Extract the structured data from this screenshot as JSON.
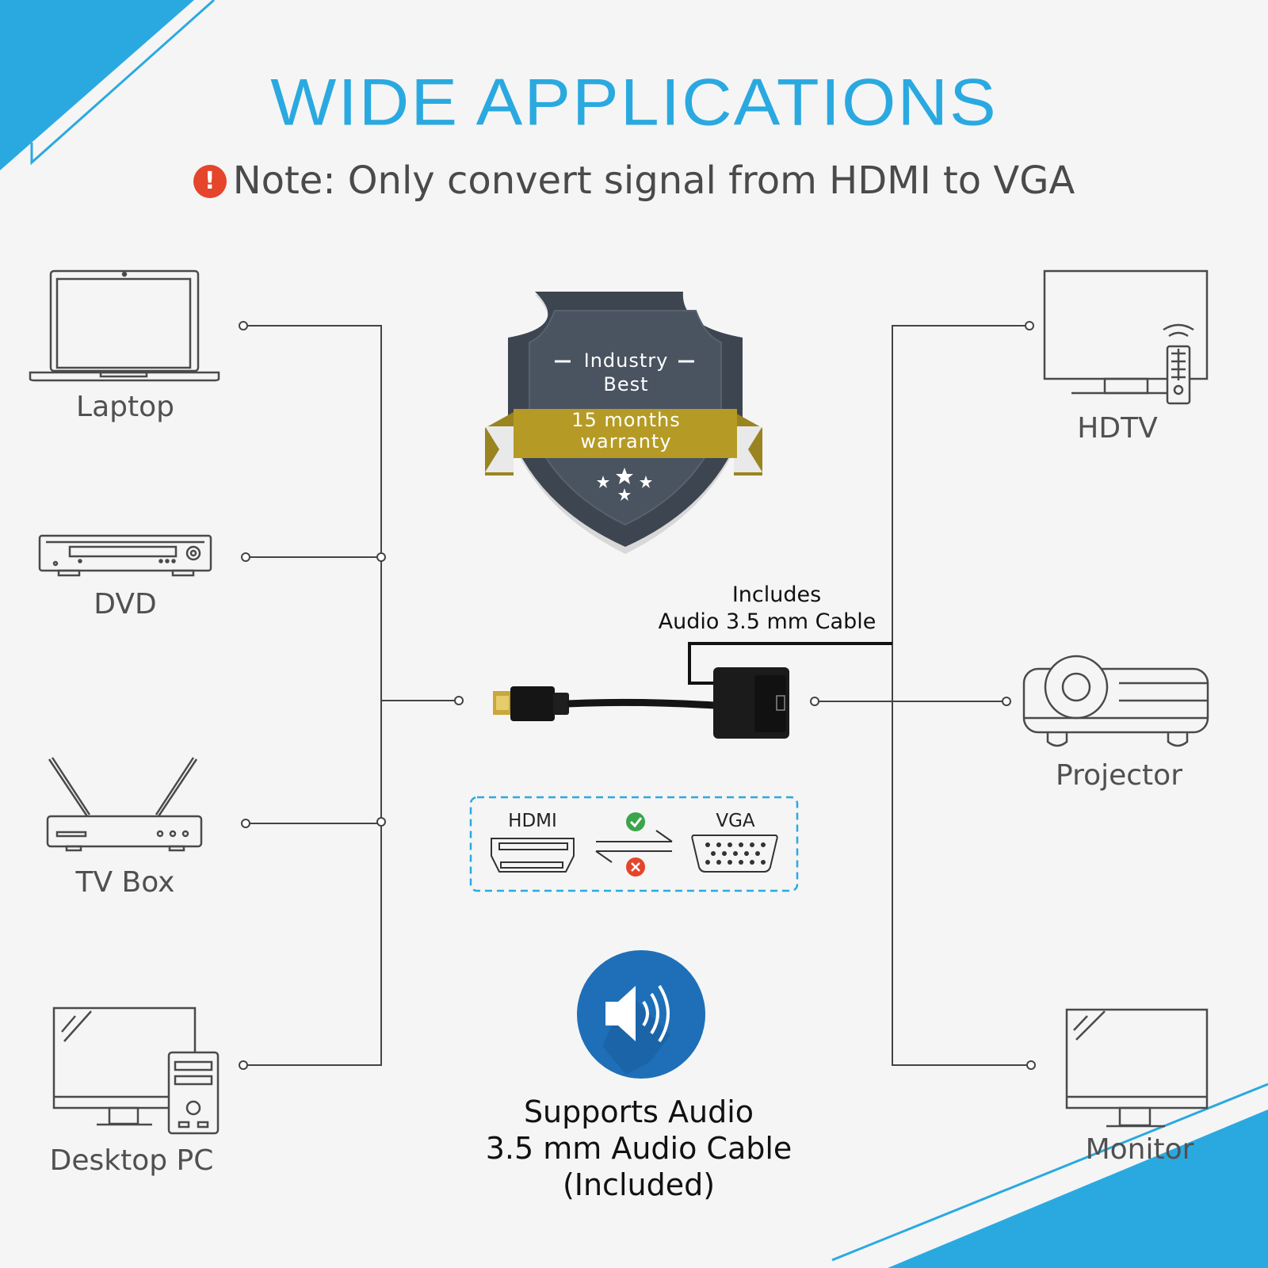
{
  "title": "WIDE APPLICATIONS",
  "note": {
    "icon": "exclamation-icon",
    "mark": "!",
    "text": "Note: Only convert signal from HDMI to VGA"
  },
  "devices_left": [
    {
      "label": "Laptop",
      "icon": "laptop-icon"
    },
    {
      "label": "DVD",
      "icon": "dvd-player-icon"
    },
    {
      "label": "TV Box",
      "icon": "tv-box-router-icon"
    },
    {
      "label": "Desktop PC",
      "icon": "desktop-pc-icon"
    }
  ],
  "devices_right": [
    {
      "label": "HDTV",
      "icon": "hdtv-icon"
    },
    {
      "label": "Projector",
      "icon": "projector-icon"
    },
    {
      "label": "Monitor",
      "icon": "monitor-icon"
    }
  ],
  "warranty_badge": {
    "line1": "Industry",
    "line2": "Best",
    "ribbon_line1": "15 months",
    "ribbon_line2": "warranty"
  },
  "cable_note": {
    "line1": "Includes",
    "line2": "Audio 3.5 mm Cable"
  },
  "signal_direction": {
    "from": "HDMI",
    "to": "VGA",
    "forward": "supported",
    "reverse": "not supported"
  },
  "audio": {
    "icon": "speaker-icon",
    "line1": "Supports Audio",
    "line2": "3.5 mm Audio Cable",
    "line3": "(Included)"
  },
  "colors": {
    "accent_blue": "#2aa9e0",
    "badge_dark": "#3d4550",
    "ribbon_gold": "#b59b25",
    "alert_red": "#e5452b",
    "check_green": "#3aa54a",
    "audio_blue": "#1e6fb8"
  }
}
